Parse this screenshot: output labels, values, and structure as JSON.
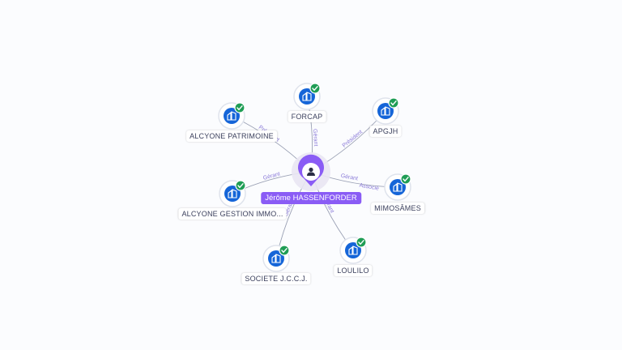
{
  "center": {
    "name": "Jérôme HASSENFORDER",
    "icon": "person-icon",
    "color": "#8a5cf5"
  },
  "companies": [
    {
      "id": "forcap",
      "name": "FORCAP",
      "relations": [
        "Gérant"
      ]
    },
    {
      "id": "apgjh",
      "name": "APGJH",
      "relations": [
        "Président"
      ]
    },
    {
      "id": "alcyone-patrimoine",
      "name": "ALCYONE PATRIMOINE",
      "relations": [
        "Président"
      ]
    },
    {
      "id": "mimosames",
      "name": "MIMOSÂMES",
      "relations": [
        "Gérant",
        "Associé"
      ]
    },
    {
      "id": "alcyone-gestion",
      "name": "ALCYONE GESTION IMMO...",
      "relations": [
        "Gérant"
      ]
    },
    {
      "id": "loulilo",
      "name": "LOULILO",
      "relations": [
        "Gérant"
      ]
    },
    {
      "id": "societe-jccj",
      "name": "SOCIETE J.C.C.J.",
      "relations": [
        "Gérant"
      ]
    }
  ],
  "colors": {
    "company_icon": "#1565d8",
    "verified_badge": "#1f9d55",
    "edge": "#9aa0b4"
  }
}
